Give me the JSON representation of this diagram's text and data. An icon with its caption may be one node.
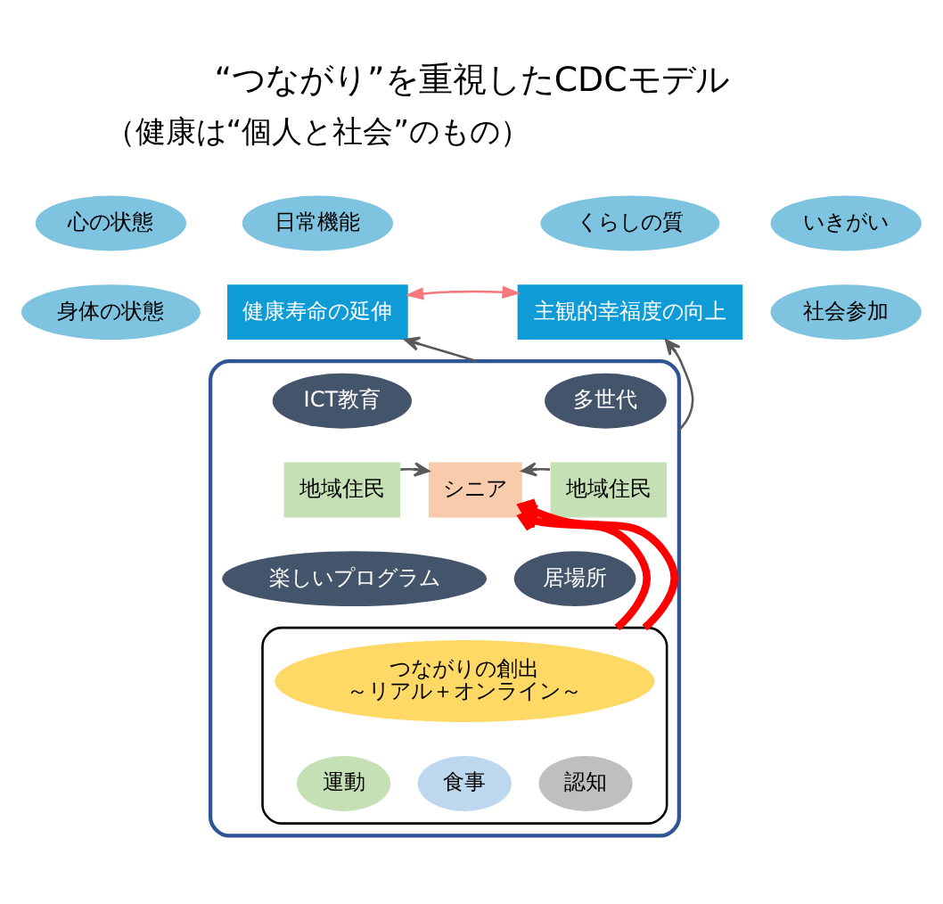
{
  "diagram": {
    "title": "“つながり”を重視したCDCモデル",
    "nodes": [
      {
        "text": [
          "健康寿命の延伸"
        ]
      },
      {
        "text": [
          "主観的幸福度の向上"
        ]
      },
      {
        "text": [
          "心の状態"
        ]
      },
      {
        "text": [
          "日常機能"
        ]
      },
      {
        "text": [
          "くらしの質"
        ]
      },
      {
        "text": [
          "いきがい"
        ]
      },
      {
        "text": [
          "身体の状態"
        ]
      },
      {
        "text": [
          "社会参加"
        ]
      },
      {
        "text": [],
        "shape": "box"
      },
      {
        "text": [
          "ICT教育"
        ],
        "in": 8
      },
      {
        "text": [
          "多世代"
        ],
        "in": 8
      },
      {
        "text": [
          "地域住民"
        ],
        "in": 8
      },
      {
        "text": [
          "シニア"
        ],
        "in": 8
      },
      {
        "text": [
          "地域住民"
        ],
        "in": 8
      },
      {
        "text": [
          "居場所"
        ],
        "in": 8
      },
      {
        "text": [
          "楽しいプログラム"
        ],
        "in": 8
      },
      {
        "text": [],
        "shape": "dome",
        "in": 8
      },
      {
        "text": [
          "つながりの創出",
          "～リアル＋オンライン～"
        ],
        "in": 16
      },
      {
        "text": [
          "運動"
        ],
        "in": 16
      },
      {
        "text": [
          "食事"
        ],
        "in": 16
      },
      {
        "text": [
          "認知"
        ],
        "in": 16
      }
    ],
    "edges": [
      {
        "from": 0,
        "to": 1,
        "arrow": "both",
        "color": "#f4787c"
      },
      {
        "from": 8,
        "to": 0,
        "arrow": "to"
      },
      {
        "from": 8,
        "to": 1,
        "arrow": "to"
      },
      {
        "from": 11,
        "to": 12,
        "arrow": "to"
      },
      {
        "from": 13,
        "to": 12,
        "arrow": "to"
      },
      {
        "from": 16,
        "to": 12,
        "arrow": "to",
        "style": "thick",
        "color": "#ff0000"
      },
      {
        "from": 16,
        "to": 12,
        "arrow": "to",
        "style": "thick",
        "color": "#ff0000"
      }
    ],
    "labels": [
      "（健康は“個人と社会”のもの）"
    ]
  }
}
